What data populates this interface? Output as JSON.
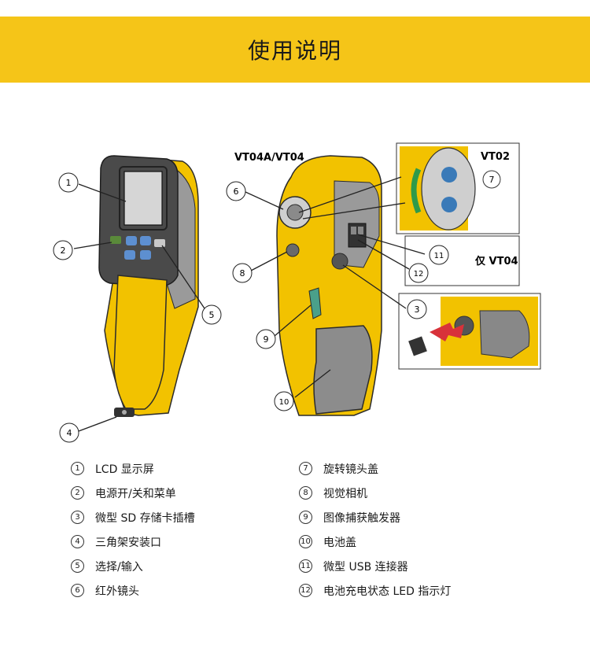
{
  "header": {
    "title": "使用说明"
  },
  "diagram": {
    "front_view_label": "VT04A/VT04",
    "inset_vt02_label": "VT02",
    "inset_vt04_label": "仅 VT04",
    "callouts": [
      "1",
      "2",
      "3",
      "4",
      "5",
      "6",
      "7",
      "8",
      "9",
      "10",
      "11",
      "12"
    ]
  },
  "legend": {
    "left": [
      {
        "num": "1",
        "text": "LCD 显示屏"
      },
      {
        "num": "2",
        "text": "电源开/关和菜单"
      },
      {
        "num": "3",
        "text": "微型 SD 存储卡插槽"
      },
      {
        "num": "4",
        "text": "三角架安装口"
      },
      {
        "num": "5",
        "text": "选择/输入"
      },
      {
        "num": "6",
        "text": "红外镜头"
      }
    ],
    "right": [
      {
        "num": "7",
        "text": "旋转镜头盖"
      },
      {
        "num": "8",
        "text": "视觉相机"
      },
      {
        "num": "9",
        "text": "图像捕获触发器"
      },
      {
        "num": "10",
        "text": "电池盖"
      },
      {
        "num": "11",
        "text": "微型 USB 连接器"
      },
      {
        "num": "12",
        "text": "电池充电状态 LED 指示灯"
      }
    ]
  },
  "colors": {
    "brand_yellow": "#f5c518",
    "body_yellow": "#f2c200",
    "grip_gray": "#8c8c8c",
    "dark": "#2b2b2b"
  }
}
